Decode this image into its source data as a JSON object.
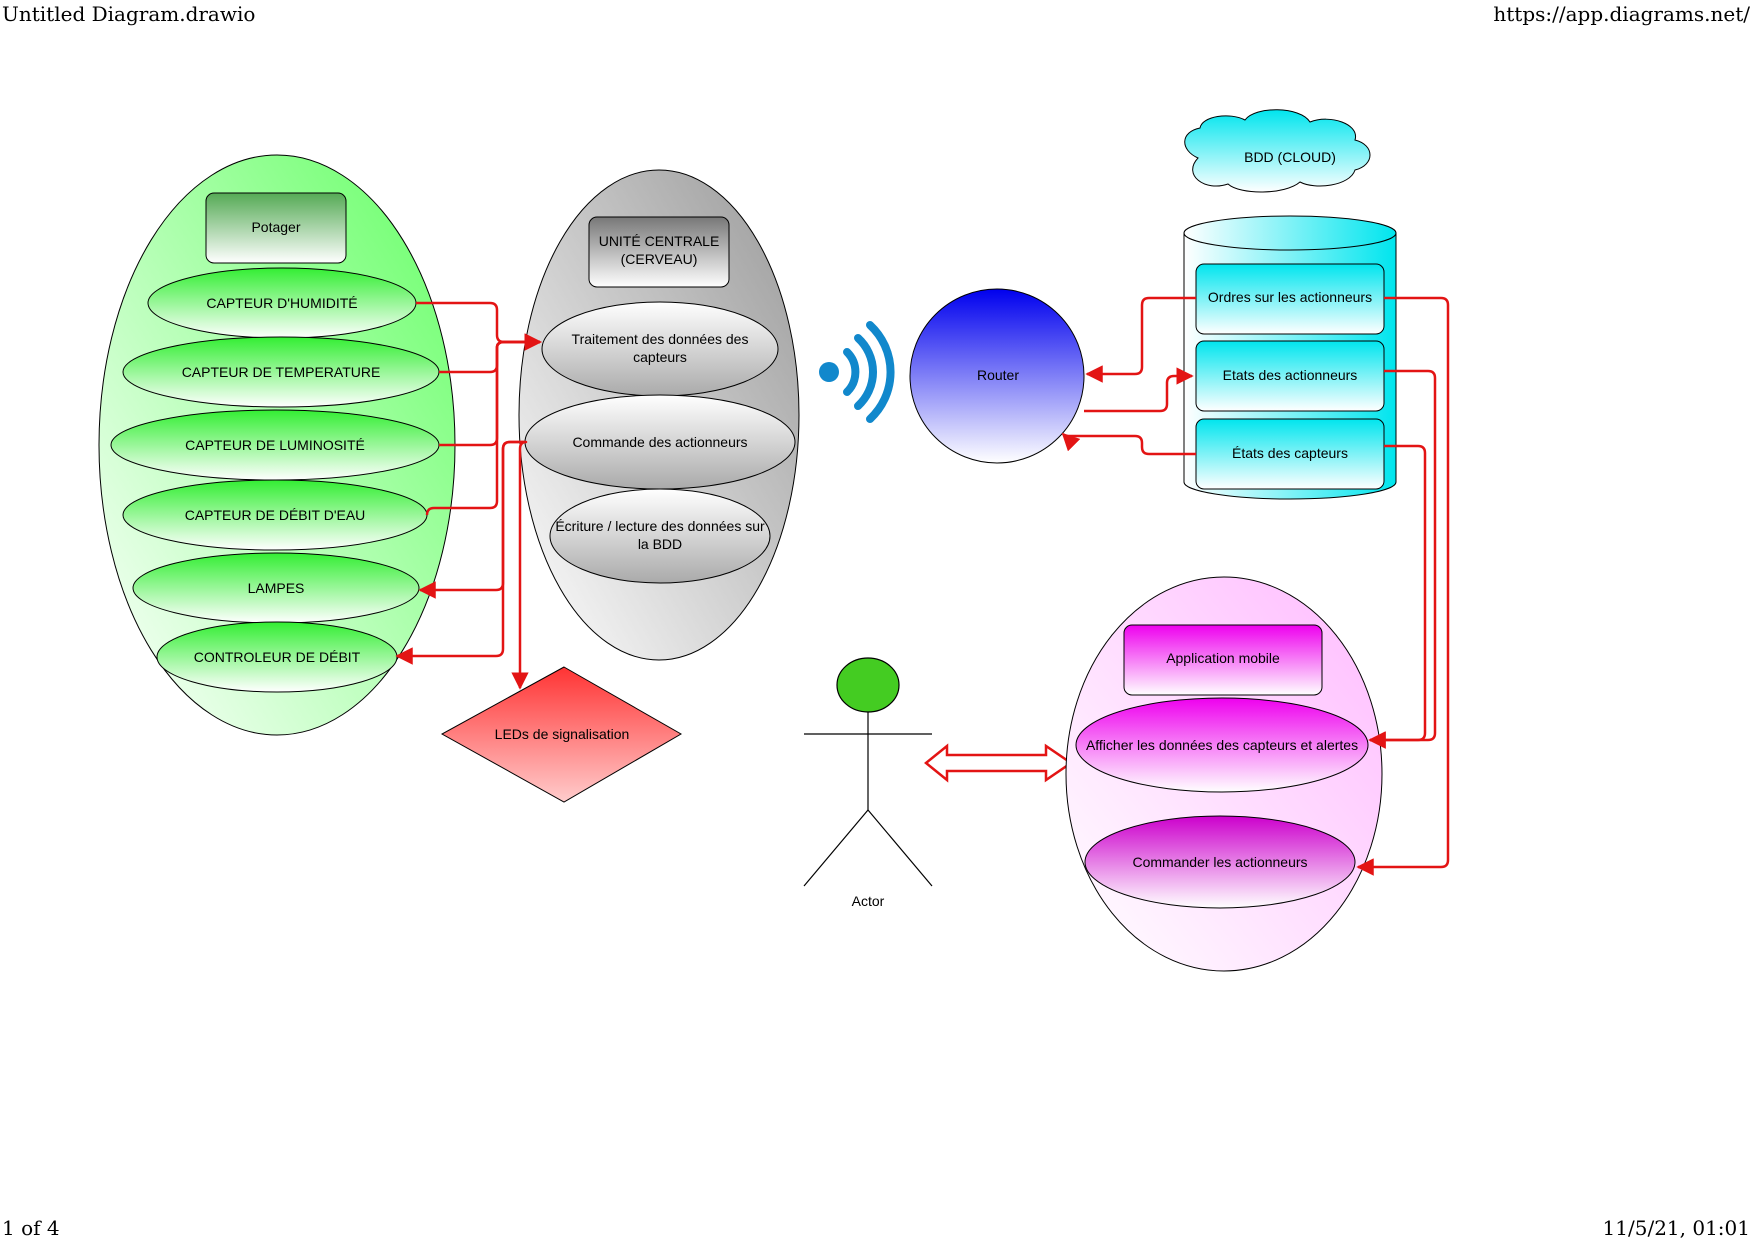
{
  "print_header": {
    "title": "Untitled Diagram.drawio",
    "url": "https://app.diagrams.net/",
    "page": "1 of 4",
    "timestamp": "11/5/21, 01:01"
  },
  "garden": {
    "label": "Potager",
    "sensors": [
      "CAPTEUR D'HUMIDITÉ",
      "CAPTEUR DE TEMPERATURE",
      "CAPTEUR DE LUMINOSITÉ",
      "CAPTEUR DE DÉBIT D'EAU"
    ],
    "actuators": [
      "LAMPES",
      "CONTROLEUR DE DÉBIT"
    ]
  },
  "central_unit": {
    "title_line1": "UNITÉ CENTRALE",
    "title_line2": "(CERVEAU)",
    "processing_line1": "Traitement des données des",
    "processing_line2": "capteurs",
    "command": "Commande des actionneurs",
    "rw_line1": "Écriture / lecture des données sur",
    "rw_line2": "la BDD"
  },
  "leds": {
    "label": "LEDs de signalisation"
  },
  "router": {
    "label": "Router"
  },
  "database": {
    "cloud_label": "BDD (CLOUD)",
    "items": [
      "Ordres sur les actionneurs",
      "Etats des actionneurs",
      "États des capteurs"
    ]
  },
  "actor": {
    "label": "Actor"
  },
  "mobile_app": {
    "title": "Application mobile",
    "display": "Afficher les données des capteurs et alertes",
    "command": "Commander les actionneurs"
  },
  "colors": {
    "connector": "#e31414",
    "green": "#33ee33",
    "cyan": "#00e5ee",
    "magenta": "#ee00ee",
    "wifi": "#1188cc",
    "router": "#0000ee",
    "leds": "#ff3333"
  }
}
